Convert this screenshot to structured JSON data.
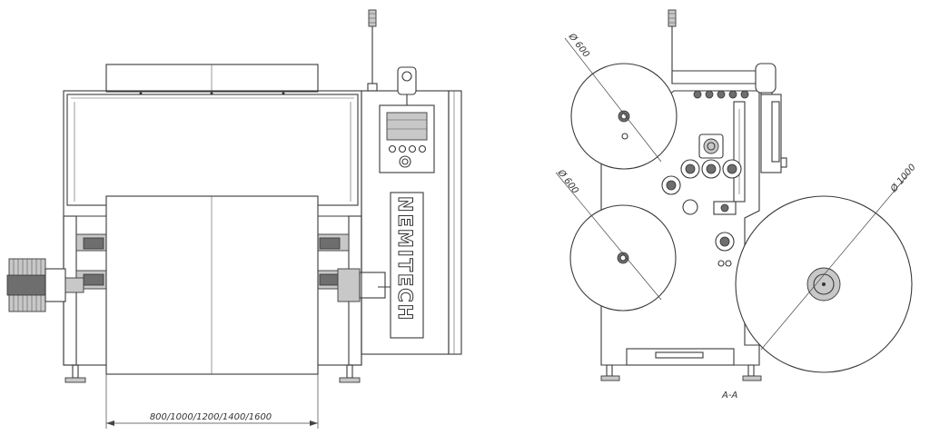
{
  "front_view": {
    "brand_text": "NEMITECH",
    "width_dimension": "800/1000/1200/1400/1600"
  },
  "section_view": {
    "section_label": "A-A",
    "diameter_upper_roll": "Ø 600",
    "diameter_lower_roll": "Ø 600",
    "diameter_large_roll": "Ø 1000"
  }
}
